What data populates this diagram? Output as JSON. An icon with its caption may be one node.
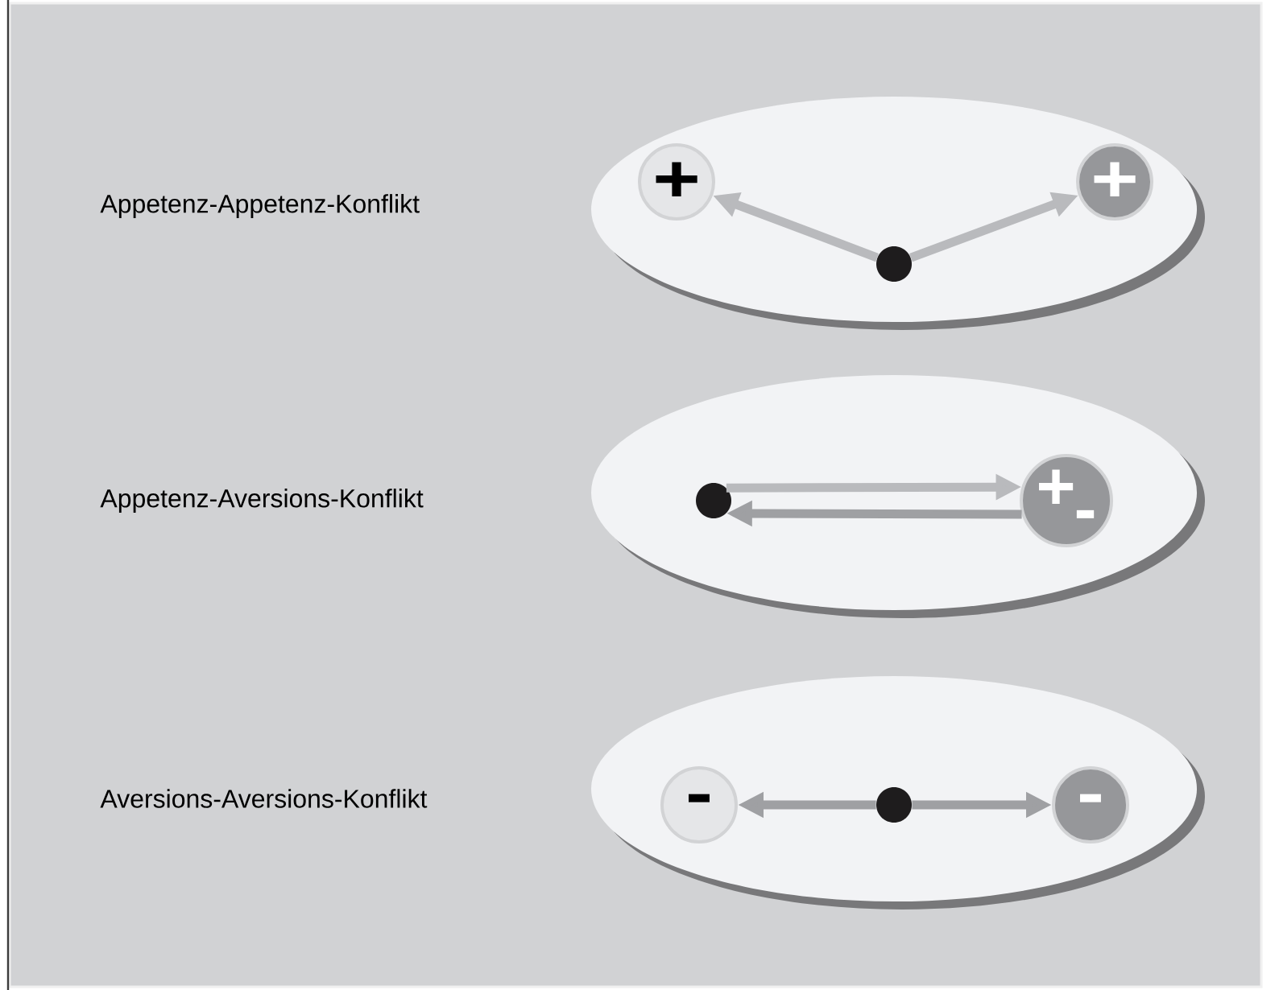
{
  "diagram": {
    "nodes": [
      {
        "text": [],
        "shape": "ellipse"
      },
      {
        "text": [
          "+"
        ],
        "in": 0
      },
      {
        "text": [
          "+"
        ],
        "in": 0
      },
      {
        "text": [],
        "shape": "circle",
        "in": 0
      },
      {
        "text": [],
        "shape": "ellipse"
      },
      {
        "text": [],
        "shape": "circle",
        "in": 4
      },
      {
        "text": [
          "+",
          "-"
        ],
        "in": 4
      },
      {
        "text": [],
        "shape": "ellipse"
      },
      {
        "text": [
          "-"
        ],
        "in": 7
      },
      {
        "text": [],
        "shape": "circle",
        "in": 7
      },
      {
        "text": [
          "-"
        ],
        "in": 7
      }
    ],
    "edges": [
      {
        "from": 3,
        "to": 1,
        "arrow": "to",
        "color": "#b9babd"
      },
      {
        "from": 3,
        "to": 2,
        "arrow": "to",
        "color": "#b9babd"
      },
      {
        "from": 5,
        "to": 6,
        "arrow": "to",
        "color": "#b9babd"
      },
      {
        "from": 6,
        "to": 5,
        "arrow": "to",
        "color": "#9fa0a3"
      },
      {
        "from": 9,
        "to": 8,
        "arrow": "to",
        "color": "#9fa0a3"
      },
      {
        "from": 9,
        "to": 10,
        "arrow": "to",
        "color": "#9fa0a3"
      }
    ],
    "labels": [
      "Appetenz-Appetenz-Konflikt",
      "Appetenz-Aversions-Konflikt",
      "Aversions-Aversions-Konflikt"
    ]
  }
}
